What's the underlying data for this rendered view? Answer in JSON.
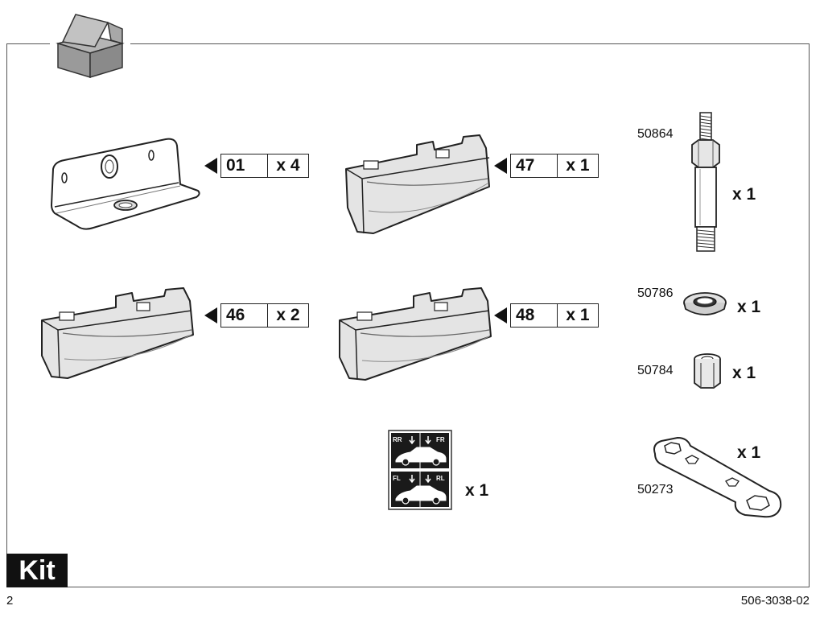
{
  "parts": [
    {
      "id": "01",
      "qty": "x 4"
    },
    {
      "id": "47",
      "qty": "x 1"
    },
    {
      "id": "46",
      "qty": "x 2"
    },
    {
      "id": "48",
      "qty": "x 1"
    }
  ],
  "hardware": [
    {
      "code": "50864",
      "qty": "x 1"
    },
    {
      "code": "50786",
      "qty": "x 1"
    },
    {
      "code": "50784",
      "qty": "x 1"
    },
    {
      "code": "50273",
      "qty": "x 1"
    }
  ],
  "sticker": {
    "top_left": "RR",
    "top_right": "FR",
    "bottom_left": "FL",
    "bottom_right": "RL",
    "qty": "x 1"
  },
  "footer": {
    "kit_label": "Kit",
    "page_number": "2",
    "doc_code": "506-3038-02"
  }
}
